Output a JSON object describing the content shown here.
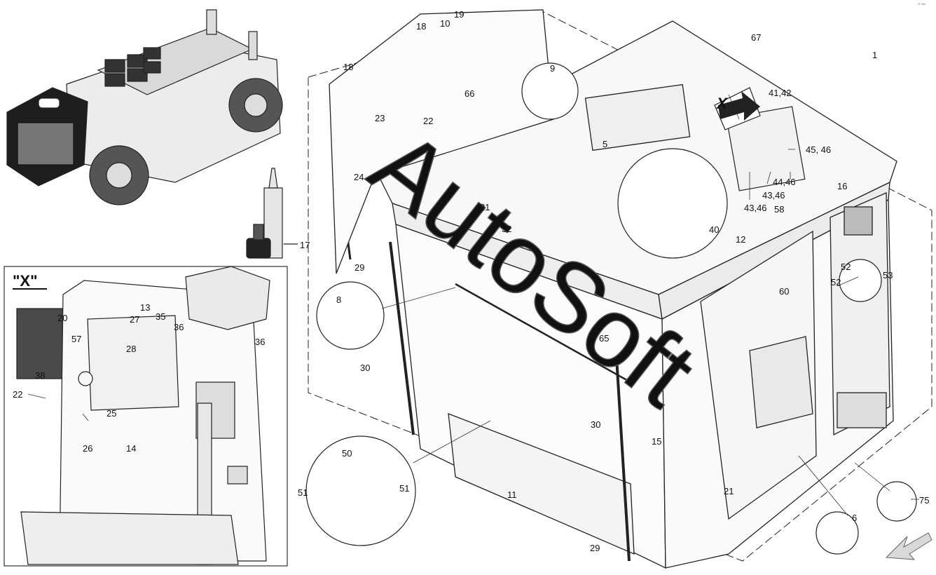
{
  "detail_view_label": "\"X\"",
  "arrow_marker": "X",
  "corner_mark": "ʰ° ᵈᵈᵈ",
  "watermark": "AutoSoft",
  "callouts": {
    "c1": "1",
    "c5": "5",
    "c6": "6",
    "c8": "8",
    "c9": "9",
    "c10": "10",
    "c11": "11",
    "c12": "12",
    "c13": "13",
    "c14": "14",
    "c15": "15",
    "c16": "16",
    "c17": "17",
    "c18a": "18",
    "c18b": "18",
    "c19": "19",
    "c20": "20",
    "c21a": "21",
    "c21b": "21",
    "c22a": "22",
    "c22b": "22",
    "c23": "23",
    "c24": "24",
    "c25": "25",
    "c26": "26",
    "c27": "27",
    "c28": "28",
    "c29a": "29",
    "c29b": "29",
    "c30a": "30",
    "c30b": "30",
    "c32": "32",
    "c35": "35",
    "c36a": "36",
    "c36b": "36",
    "c38": "38",
    "c40": "40",
    "c41_42": "41,42",
    "c43_46a": "43,46",
    "c43_46b": "43,46",
    "c44_46": "44,46",
    "c45_46": "45, 46",
    "c50": "50",
    "c51a": "51",
    "c51b": "51",
    "c52a": "52",
    "c52b": "52",
    "c53": "53",
    "c57": "57",
    "c58": "58",
    "c60": "60",
    "c65": "65",
    "c66": "66",
    "c67": "67",
    "c75": "75"
  }
}
